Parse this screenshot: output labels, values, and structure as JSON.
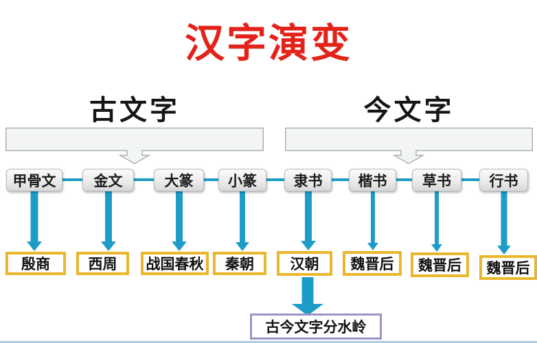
{
  "title": "汉字演变",
  "sections": {
    "ancient": "古文字",
    "modern": "今文字"
  },
  "stages": [
    {
      "script": "甲骨文",
      "period": "殷商"
    },
    {
      "script": "金文",
      "period": "西周"
    },
    {
      "script": "大篆",
      "period": "战国春秋"
    },
    {
      "script": "小篆",
      "period": "秦朝"
    },
    {
      "script": "隶书",
      "period": "汉朝"
    },
    {
      "script": "楷书",
      "period": "魏晋后"
    },
    {
      "script": "草书",
      "period": "魏晋后"
    },
    {
      "script": "行书",
      "period": "魏晋后"
    }
  ],
  "divider_label": "古今文字分水岭",
  "colors": {
    "title_color": "#e32219",
    "arrow_color": "#1d9cc8",
    "period_border": "#eab62c",
    "divider_border": "#9e91c8"
  }
}
